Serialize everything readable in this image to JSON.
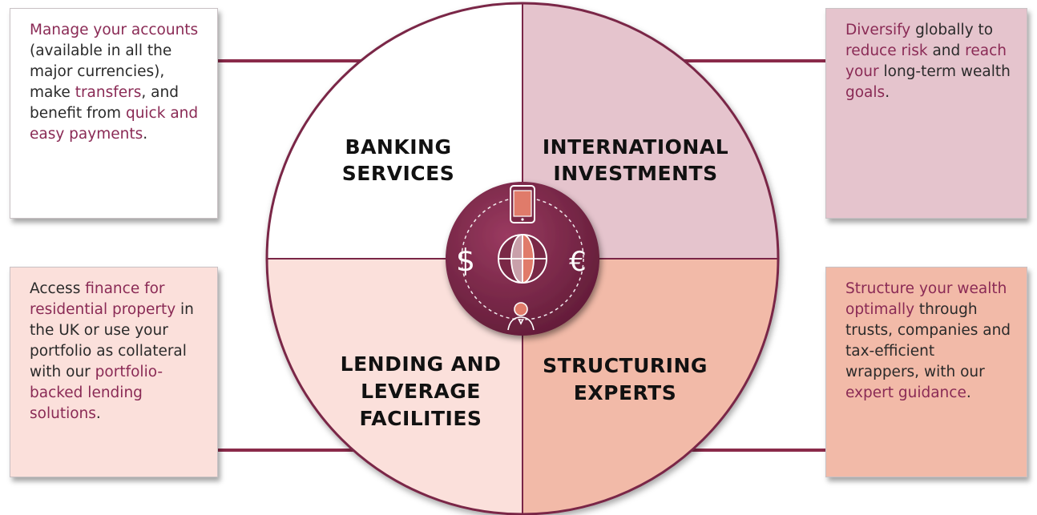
{
  "colors": {
    "brand": "#7a2846",
    "connector": "#8a2a4a",
    "banking_fill": "#ffffff",
    "investments_fill": "#e5c4cd",
    "lending_fill": "#fbe0db",
    "structuring_fill": "#f2baa8",
    "highlight_text": "#8a2a55"
  },
  "quadrants": {
    "banking": {
      "line1": "BANKING",
      "line2": "SERVICES"
    },
    "investments": {
      "line1": "INTERNATIONAL",
      "line2": "INVESTMENTS"
    },
    "lending": {
      "line1": "LENDING AND",
      "line2": "LEVERAGE",
      "line3": "FACILITIES"
    },
    "structuring": {
      "line1": "STRUCTURING",
      "line2": "EXPERTS"
    }
  },
  "center_icons": [
    "mobile-phone-icon",
    "dollar-icon",
    "globe-icon",
    "euro-icon",
    "person-icon"
  ],
  "center_symbols": {
    "dollar": "$",
    "euro": "€"
  },
  "cards": {
    "banking": {
      "p1": "Manage your",
      "p2": "accounts",
      "p3": " (available in all the major currencies), make ",
      "p4": "transfers",
      "p5": ", and benefit from ",
      "p6": "quick and easy payments",
      "p7": "."
    },
    "investments": {
      "p1": "Diversify",
      "p2": " globally to ",
      "p3": "reduce risk",
      "p4": " and ",
      "p5": "reach your",
      "p6": " long-term wealth ",
      "p7": "goals",
      "p8": "."
    },
    "lending": {
      "p1": "Access ",
      "p2": "finance for residential property",
      "p3": " in the UK or use your portfolio as collateral with our ",
      "p4": "portfolio-backed lending solutions",
      "p5": "."
    },
    "structuring": {
      "p1": "Structure your wealth optimally",
      "p2": " through trusts, companies and tax-efficient wrappers, with our ",
      "p3": "expert guidance",
      "p4": "."
    }
  }
}
